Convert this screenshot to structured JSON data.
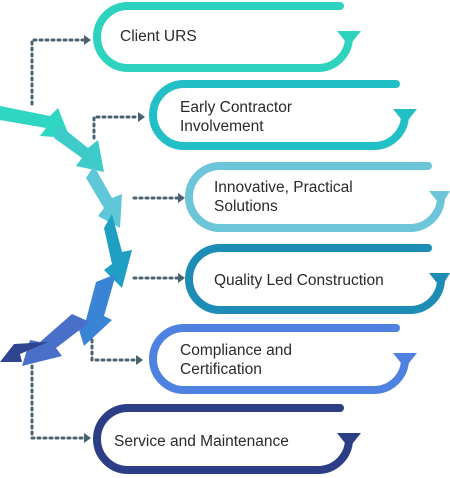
{
  "steps": [
    {
      "label_lines": [
        "Client URS"
      ],
      "color": "#2ed3c0"
    },
    {
      "label_lines": [
        "Early Contractor",
        "Involvement"
      ],
      "color": "#22bfc6"
    },
    {
      "label_lines": [
        "Innovative, Practical",
        "Solutions"
      ],
      "color": "#6cc5d8"
    },
    {
      "label_lines": [
        "Quality Led Construction"
      ],
      "color": "#1e8db6"
    },
    {
      "label_lines": [
        "Compliance and",
        "Certification"
      ],
      "color": "#4f82e0"
    },
    {
      "label_lines": [
        "Service and Maintenance"
      ],
      "color": "#2c3e85"
    }
  ],
  "dots_color": "#4a6170"
}
